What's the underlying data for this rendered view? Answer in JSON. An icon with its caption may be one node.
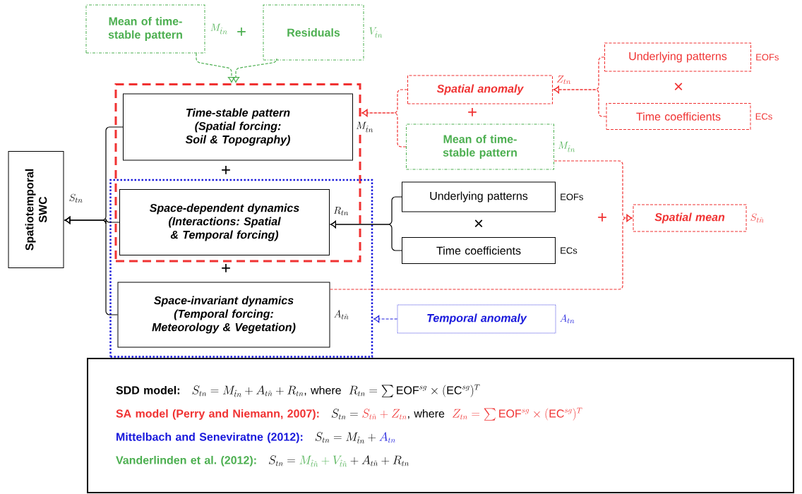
{
  "diagram": {
    "nodes": [
      {
        "text": [
          "Mean of time-stable pattern"
        ],
        "beside": [
          "M_{\\hat{t}n}"
        ]
      },
      {
        "text": [
          "Residuals"
        ],
        "beside": [
          "V_{\\hat{t}n}"
        ]
      },
      {
        "text": [],
        "shape": "box"
      },
      {
        "text": [
          "Time-stable pattern (Spatial forcing: Soil & Topography)"
        ],
        "beside": [
          "M_{\\hat{t}n}"
        ],
        "in": 2
      },
      {
        "text": [
          "Underlying patterns"
        ],
        "beside": [
          "EOFs"
        ]
      },
      {
        "text": [
          "Spatial anomaly"
        ],
        "beside": [
          "Z_{tn}"
        ]
      },
      {
        "text": [
          "Time coefficients"
        ],
        "beside": [
          "ECs"
        ]
      },
      {
        "text": [
          "Mean of time-stable pattern"
        ],
        "beside": [
          "M_{\\hat{t}n}"
        ]
      },
      {
        "text": [
          "Spatiotemporal SWC"
        ],
        "beside": [
          "S_{tn}"
        ]
      },
      {
        "text": [],
        "shape": "box"
      },
      {
        "text": [
          "Space-dependent dynamics (Interactions: Spatial & Temporal forcing)"
        ],
        "beside": [
          "R_{tn}"
        ]
      },
      {
        "text": [
          "Underlying patterns"
        ],
        "beside": [
          "EOFs"
        ]
      },
      {
        "text": [
          "Time coefficients"
        ],
        "beside": [
          "ECs"
        ]
      },
      {
        "text": [
          "Spatial mean"
        ],
        "beside": [
          "S_{t\\hat{n}}"
        ]
      },
      {
        "text": [
          "Space-invariant dynamics (Temporal forcing: Meteorology & Vegetation)"
        ],
        "beside": [
          "A_{t\\hat{n}}"
        ],
        "in": 9
      },
      {
        "text": [
          "Temporal anomaly"
        ],
        "beside": [
          "A_{tn}"
        ]
      },
      {
        "text": [
          "SDD model:",
          "S_{tn} = M_{\\hat{t}n} + A_{t\\hat{n}} + R_{tn}\\text{, where }\\; R_{tn} = \\sum \\mathrm{EOF}^{sg} \\times (\\mathrm{EC}^{sg})^{T}",
          "SA model (Perry and Niemann, 2007):",
          "S_{tn} = \\textcolor{swcred}{S_{t\\hat{n}} + Z_{tn}}\\text{, where }\\; \\textcolor{swcred}{Z_{tn} = \\sum \\mathrm{EOF}^{sg} \\times (\\mathrm{EC}^{sg})^{T}}",
          "Mittelbach and Seneviratne (2012):",
          "S_{tn} = M_{\\hat{t}n} + \\textcolor{swcblue}{A_{tn}}",
          "Vanderlinden et al. (2012):",
          "S_{tn} = \\textcolor{swcgreen}{M_{\\hat{t}\\hat{n}} + V_{\\hat{t}\\hat{n}}} + A_{t\\hat{n}} + R_{tn}"
        ]
      }
    ],
    "edges": [
      {
        "from": 0,
        "to": 2,
        "arrow": "to",
        "style": "dashed",
        "color": "#4caf50"
      },
      {
        "from": 1,
        "to": 2,
        "arrow": "to",
        "style": "dashed",
        "color": "#4caf50"
      },
      {
        "from": 3,
        "to": 8,
        "arrow": "to",
        "color": "#000000"
      },
      {
        "from": 10,
        "to": 8,
        "arrow": "to",
        "color": "#000000"
      },
      {
        "from": 14,
        "to": 8,
        "arrow": "to",
        "color": "#000000"
      },
      {
        "from": 11,
        "to": 10,
        "arrow": "to",
        "color": "#000000"
      },
      {
        "from": 12,
        "to": 10,
        "arrow": "to",
        "color": "#000000"
      },
      {
        "from": 4,
        "to": 5,
        "arrow": "to",
        "style": "dashed",
        "color": "#f03232"
      },
      {
        "from": 6,
        "to": 5,
        "arrow": "to",
        "style": "dashed",
        "color": "#f03232"
      },
      {
        "from": 5,
        "to": 2,
        "arrow": "to",
        "style": "dashed",
        "color": "#f03232"
      },
      {
        "from": 7,
        "to": 2,
        "arrow": "to",
        "style": "dashed",
        "color": "#f03232"
      },
      {
        "from": 7,
        "to": 13,
        "arrow": "to",
        "style": "dashed",
        "color": "#f03232"
      },
      {
        "from": 14,
        "to": 13,
        "arrow": "to",
        "style": "dashed",
        "color": "#f03232"
      },
      {
        "from": 15,
        "to": 9,
        "arrow": "to",
        "style": "dashed",
        "color": "#1a1adc"
      }
    ],
    "labels": [
      "+",
      "×",
      "+",
      "+",
      "+",
      "×",
      "+"
    ]
  }
}
